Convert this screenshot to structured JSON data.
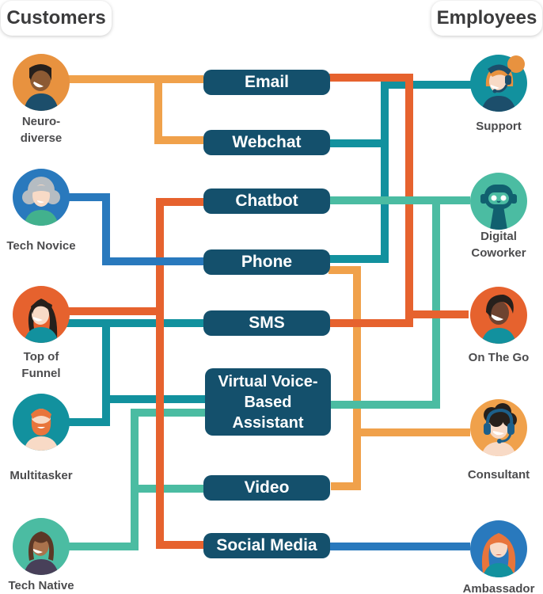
{
  "header": {
    "customers_label": "Customers",
    "employees_label": "Employees"
  },
  "channels": [
    {
      "id": "email",
      "label": "Email"
    },
    {
      "id": "webchat",
      "label": "Webchat"
    },
    {
      "id": "chatbot",
      "label": "Chatbot"
    },
    {
      "id": "phone",
      "label": "Phone"
    },
    {
      "id": "sms",
      "label": "SMS"
    },
    {
      "id": "vvba",
      "label": "Virtual Voice-Based Assistant"
    },
    {
      "id": "video",
      "label": "Video"
    },
    {
      "id": "social",
      "label": "Social Media"
    }
  ],
  "customers": [
    {
      "label": "Neuro-diverse",
      "avatar": "person-dark-skin-orange-circle"
    },
    {
      "label": "Tech Novice",
      "avatar": "person-gray-hair-blue-circle"
    },
    {
      "label": "Top of Funnel",
      "avatar": "person-long-dark-hair-vermillion-circle"
    },
    {
      "label": "Multitasker",
      "avatar": "person-red-beard-teal-circle"
    },
    {
      "label": "Tech Native",
      "avatar": "person-brown-bob-seafoam-circle"
    }
  ],
  "employees": [
    {
      "label": "Support",
      "avatar": "person-headset-teal-circle"
    },
    {
      "label": "Digital Coworker",
      "avatar": "robot-seafoam-circle"
    },
    {
      "label": "On The Go",
      "avatar": "person-dark-skin-vermillion-circle"
    },
    {
      "label": "Consultant",
      "avatar": "person-headphones-amber-circle"
    },
    {
      "label": "Ambassador",
      "avatar": "person-red-hair-blue-circle"
    }
  ],
  "connections": [
    {
      "from": "Neuro-diverse",
      "to": [
        "Email",
        "Webchat"
      ],
      "color": "amber"
    },
    {
      "from": "Tech Novice",
      "to": [
        "Phone"
      ],
      "color": "blue"
    },
    {
      "from": "Top of Funnel",
      "to": [
        "Chatbot",
        "Social Media"
      ],
      "color": "vermillion"
    },
    {
      "from": "Top of Funnel",
      "to": [
        "SMS"
      ],
      "color": "teal"
    },
    {
      "from": "Multitasker",
      "to": [
        "SMS",
        "Virtual Voice-Based Assistant"
      ],
      "color": "teal"
    },
    {
      "from": "Tech Native",
      "to": [
        "Virtual Voice-Based Assistant",
        "Video"
      ],
      "color": "seafoam"
    },
    {
      "from": "Support",
      "to": [
        "Webchat",
        "Phone"
      ],
      "color": "teal"
    },
    {
      "from": "Digital Coworker",
      "to": [
        "Chatbot",
        "Virtual Voice-Based Assistant"
      ],
      "color": "seafoam"
    },
    {
      "from": "On The Go",
      "to": [
        "Email",
        "SMS"
      ],
      "color": "vermillion"
    },
    {
      "from": "Consultant",
      "to": [
        "Phone",
        "Video"
      ],
      "color": "amber"
    },
    {
      "from": "Ambassador",
      "to": [
        "Social Media"
      ],
      "color": "blue"
    }
  ],
  "palette": {
    "navy": "#14506C",
    "teal": "#12919E",
    "seafoam": "#4BBCA2",
    "vermillion": "#E6622E",
    "amber": "#F0A14B",
    "blue": "#2979BD",
    "orange": "#E8923F",
    "ink": "#4C4C4E",
    "pill-text": "#3B3B3C",
    "skin-light": "#F8DAC6",
    "skin-tan": "#AA724C",
    "skin-brown": "#8C5A33",
    "skin-deep": "#6E4330",
    "hair-black": "#26201C",
    "hair-gray": "#B5BCC2",
    "hair-orange": "#E8753C",
    "hair-brown": "#5C3826",
    "shirt-navy": "#1C4E6B",
    "shirt-green": "#42B18D",
    "shirt-purple": "#484059",
    "robot-dark": "#11606F",
    "headset-blue": "#1C5F8A"
  }
}
